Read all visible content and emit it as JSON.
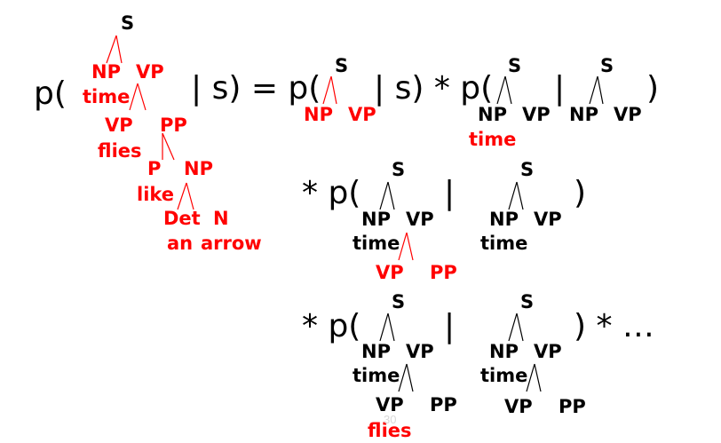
{
  "colors": {
    "tree_red": "#ff0000",
    "tree_black": "#000000",
    "text": "#000000"
  },
  "equation": {
    "lhs_open": "p(",
    "lhs_given": "| s) = p(",
    "term1_given": "| s) * p(",
    "term2_bar": "|",
    "term2_close": ")",
    "row2_open": "* p(",
    "row2_bar": "|",
    "row2_close": ")",
    "row3_open": "* p(",
    "row3_bar": "|",
    "row3_close": ") * …"
  },
  "full_tree": {
    "root": "S",
    "np": "NP",
    "vp": "VP",
    "time": "time",
    "vp2": "VP",
    "pp": "PP",
    "flies": "flies",
    "p": "P",
    "np2": "NP",
    "like": "like",
    "det": "Det",
    "n": "N",
    "an": "an",
    "arrow": "arrow"
  },
  "term1": {
    "root": "S",
    "np": "NP",
    "vp": "VP"
  },
  "term2_num": {
    "root": "S",
    "np": "NP",
    "vp": "VP",
    "time": "time"
  },
  "term2_den": {
    "root": "S",
    "np": "NP",
    "vp": "VP"
  },
  "term3_num": {
    "root": "S",
    "np": "NP",
    "vp": "VP",
    "time": "time",
    "vp2": "VP",
    "pp": "PP"
  },
  "term3_den": {
    "root": "S",
    "np": "NP",
    "vp": "VP",
    "time": "time"
  },
  "term4_num": {
    "root": "S",
    "np": "NP",
    "vp": "VP",
    "time": "time",
    "vp2": "VP",
    "pp": "PP",
    "flies": "flies"
  },
  "term4_den": {
    "root": "S",
    "np": "NP",
    "vp": "VP",
    "time": "time",
    "vp2": "VP",
    "pp": "PP"
  },
  "slide_number": "30"
}
